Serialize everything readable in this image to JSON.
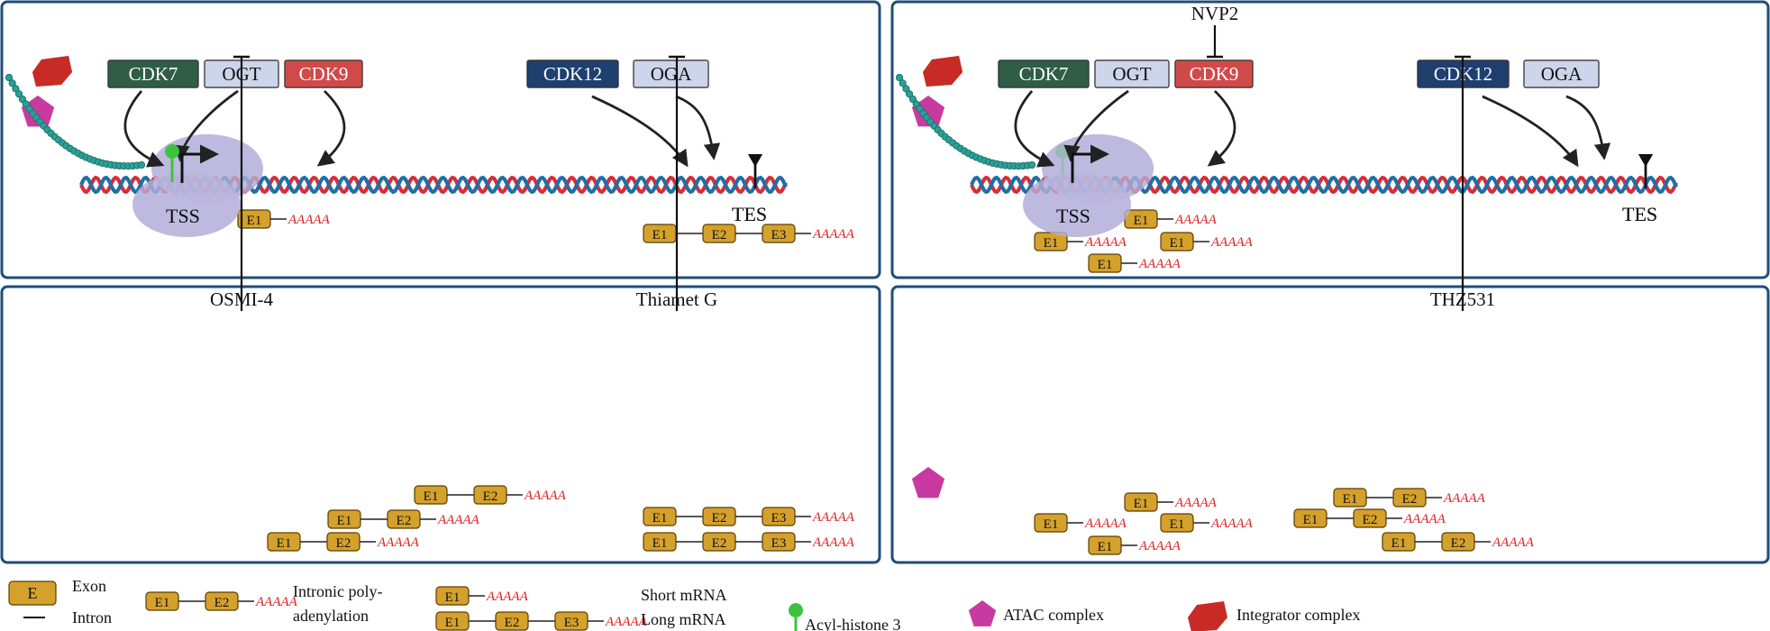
{
  "colors": {
    "panel_border": "#1f4e79",
    "cdk7": "#2f5d46",
    "ogt": "#cdd5ea",
    "cdk9": "#d14a4a",
    "cdk12": "#1f3f6e",
    "oga": "#cdd5ea",
    "exon": "#d4a12c",
    "polyA": "#e02020",
    "dna_red": "#d62d3a",
    "dna_blue": "#1f6fa6",
    "pol2": "#b9b6dc",
    "acyl": "#3fc23f",
    "atac": "#c83aa0",
    "integrator": "#c82b25",
    "tail": "#2aa198"
  },
  "labels": {
    "cdk7": "CDK7",
    "ogt": "OGT",
    "cdk9": "CDK9",
    "cdk12": "CDK12",
    "oga": "OGA",
    "tss": "TSS",
    "tes": "TES",
    "polyA": "AAAAA",
    "e1": "E1",
    "e2": "E2",
    "e3": "E3"
  },
  "inhibitors": {
    "nvp2": "NVP2",
    "osmi4": "OSMI-4",
    "thiamet_g": "Thiamet G",
    "thz531": "THZ531"
  },
  "legend": {
    "exon_box": "E",
    "exon": "Exon",
    "intron": "Intron",
    "intronic_line1": "Intronic poly-",
    "intronic_line2": "adenylation",
    "short_mrna": "Short mRNA",
    "long_mrna": "Long mRNA",
    "acyl_histone": "Acyl-histone 3",
    "atac": "ATAC complex",
    "integrator": "Integrator complex"
  }
}
